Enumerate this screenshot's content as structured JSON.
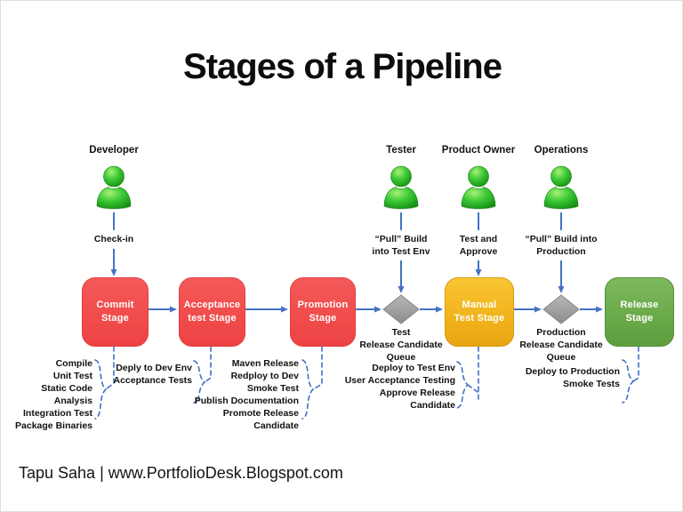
{
  "title": "Stages of a Pipeline",
  "footer": "Tapu Saha | www.PortfolioDesk.Blogspot.com",
  "colors": {
    "arrow_blue": "#4472C4",
    "stage_red": "#F04B4A",
    "stage_yellow": "#EFAF18",
    "stage_green": "#68A747",
    "diamond_gray": "#9D9D9D",
    "person_green": "#44CE3B"
  },
  "actors": [
    {
      "name": "Developer",
      "action_lines": [
        "Check-in",
        ""
      ]
    },
    {
      "name": "Tester",
      "action_lines": [
        "“Pull” Build",
        "into Test Env"
      ]
    },
    {
      "name": "Product Owner",
      "action_lines": [
        "Test and",
        "Approve"
      ]
    },
    {
      "name": "Operations",
      "action_lines": [
        "“Pull” Build into",
        "Production"
      ]
    }
  ],
  "stages": [
    {
      "lines": [
        "Commit",
        "Stage"
      ]
    },
    {
      "lines": [
        "Acceptance",
        "test Stage"
      ]
    },
    {
      "lines": [
        "Promotion",
        "Stage"
      ]
    },
    {
      "lines": [
        "Manual",
        "Test Stage"
      ]
    },
    {
      "lines": [
        "Release",
        "Stage"
      ]
    }
  ],
  "queues": [
    {
      "lines": [
        "Test",
        "Release Candidate",
        "Queue"
      ]
    },
    {
      "lines": [
        "Production",
        "Release Candidate",
        "Queue"
      ]
    }
  ],
  "task_lists": [
    {
      "lines": [
        "Compile",
        "Unit Test",
        "Static Code Analysis",
        "Integration Test",
        "Package Binaries"
      ]
    },
    {
      "lines": [
        "Deply to Dev Env",
        "Acceptance Tests"
      ]
    },
    {
      "lines": [
        "Maven Release",
        "Redploy to Dev",
        "Smoke Test",
        "Publish Documentation",
        "Promote Release Candidate"
      ]
    },
    {
      "lines": [
        "Deploy to Test Env",
        "User Acceptance Testing",
        "Approve Release Candidate"
      ]
    },
    {
      "lines": [
        "Deploy to Production",
        "Smoke Tests"
      ]
    }
  ]
}
